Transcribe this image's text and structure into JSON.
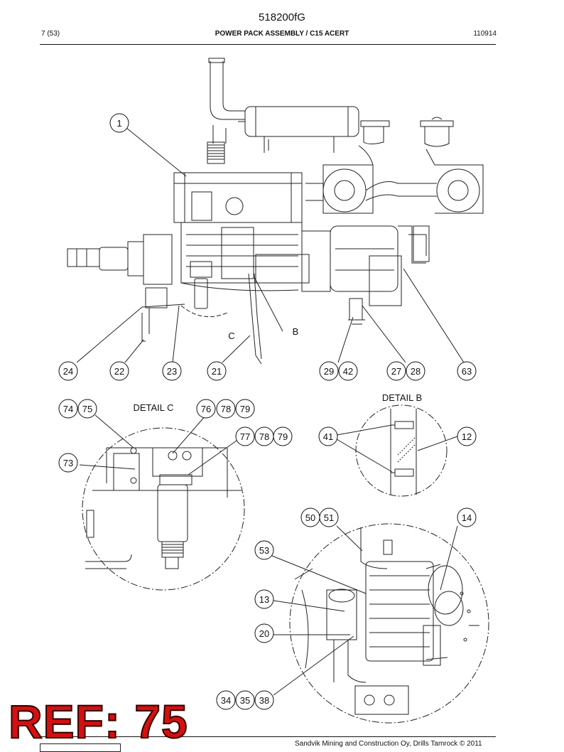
{
  "header": {
    "doc_id": "518200fG",
    "page": "7 (53)",
    "title": "POWER PACK ASSEMBLY / C15 ACERT",
    "date": "110914"
  },
  "details": {
    "c_title": "DETAIL C",
    "b_title": "DETAIL B",
    "c_marker": "C",
    "b_marker": "B"
  },
  "callouts": {
    "c1": "1",
    "c24": "24",
    "c22": "22",
    "c23": "23",
    "c21": "21",
    "c29": "29",
    "c42": "42",
    "c27": "27",
    "c28": "28",
    "c63": "63",
    "c74": "74",
    "c75": "75",
    "c76": "76",
    "c78a": "78",
    "c79a": "79",
    "c77": "77",
    "c78b": "78",
    "c79b": "79",
    "c73": "73",
    "c41": "41",
    "c12": "12",
    "c50": "50",
    "c51": "51",
    "c14": "14",
    "c53": "53",
    "c13": "13",
    "c20": "20",
    "c34": "34",
    "c35": "35",
    "c38": "38"
  },
  "reference": "REF: 75",
  "footer": "Sandvik Mining and Construction Oy, Drills Tamrock © 2011"
}
